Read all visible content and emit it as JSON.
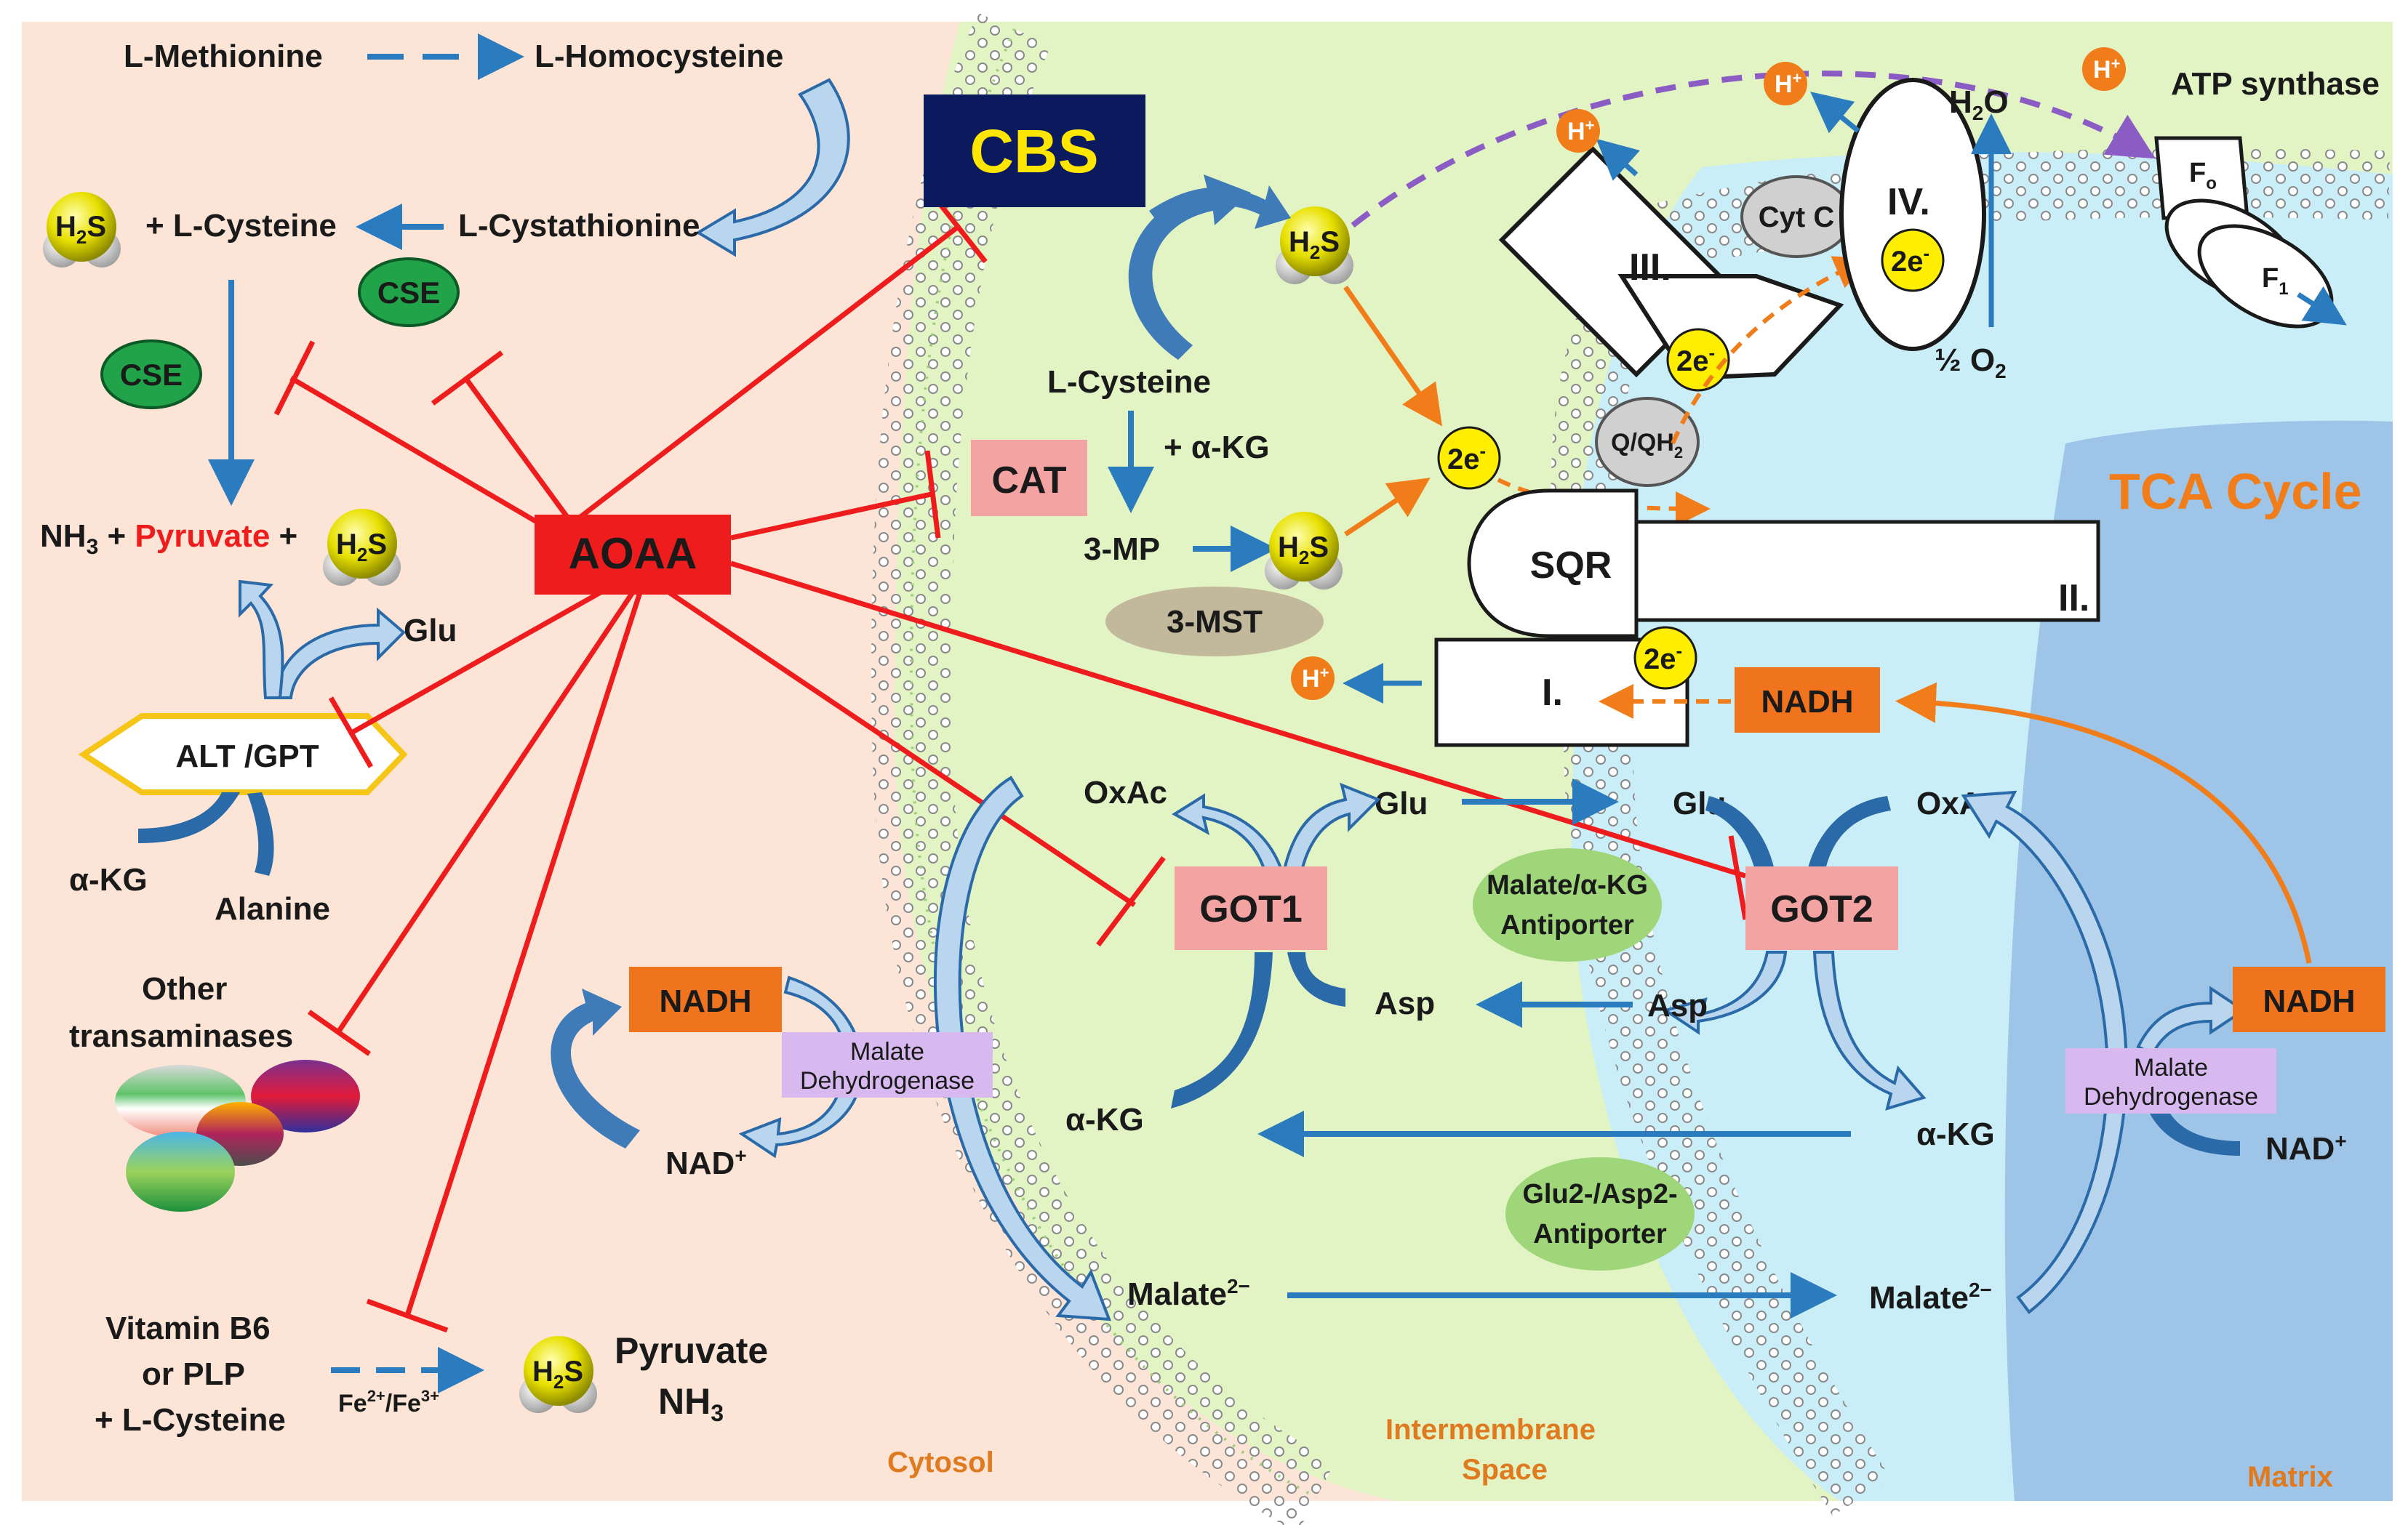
{
  "regions": {
    "cytosol": "Cytosol",
    "intermembrane_1": "Intermembrane",
    "intermembrane_2": "Space",
    "matrix": "Matrix",
    "tca": "TCA Cycle"
  },
  "enzymes": {
    "cbs": "CBS",
    "aoaa": "AOAA",
    "cse": "CSE",
    "cat": "CAT",
    "mst": "3-MST",
    "got1": "GOT1",
    "got2": "GOT2",
    "alt": "ALT /GPT",
    "sqr": "SQR",
    "nadh": "NADH",
    "mdh_1": "Malate",
    "mdh_2": "Dehydrogenase",
    "mal_akg_1": "Malate/α-KG",
    "mal_akg_2": "Antiporter",
    "glu_asp_1": "Glu2-/Asp2-",
    "glu_asp_2": "Antiporter"
  },
  "etc": {
    "complex_1": "I.",
    "complex_2": "II.",
    "complex_3": "III.",
    "complex_4": "IV.",
    "cytc": "Cyt C",
    "q": "Q/QH",
    "q_sub": "2",
    "two_e": "2e",
    "e_sup": "-",
    "h_plus": "H",
    "h_sup": "+",
    "h2o": "H",
    "h2o_sub": "2",
    "h2o_o": "O",
    "half_o2": "½ O",
    "half_o2_sub": "2",
    "atp_synthase": "ATP synthase",
    "fo": "F",
    "fo_sub": "o",
    "f1": "F",
    "f1_sub": "1"
  },
  "h2s": {
    "h": "H",
    "sub": "2",
    "s": "S"
  },
  "labels": {
    "methionine": "L-Methionine",
    "homocysteine": "L-Homocysteine",
    "cystathionine": "L-Cystathionine",
    "plus_cysteine": "+ L-Cysteine",
    "nh3_a": "NH",
    "nh3_sub": "3",
    "plus_1": " + ",
    "pyruvate": "Pyruvate",
    "plus_2": " +",
    "glu": "Glu",
    "akg": "α-KG",
    "alanine": "Alanine",
    "other_1": "Other",
    "other_2": "transaminases",
    "vitb6_1": "Vitamin B6",
    "vitb6_2": "or PLP",
    "vitb6_3": "+ L-Cysteine",
    "fe": "Fe",
    "fe_sup1": "2+",
    "fe_slash": "/Fe",
    "fe_sup2": "3+",
    "pyruvate_2": "Pyruvate",
    "nh3_b": "NH",
    "nh3_b_sub": "3",
    "l_cysteine": "L-Cysteine",
    "plus_akg": "+ α-KG",
    "mp3": "3-MP",
    "oxac": "OxAc",
    "asp": "Asp",
    "nad": "NAD",
    "nad_sup": "+",
    "malate": "Malate",
    "malate_sup": "2−"
  },
  "colors": {
    "cytosol_bg": "#fce4d6",
    "ims_bg": "#e2f3c4",
    "matrix_bg": "#c9eef8",
    "tca_bg": "#8fb6e2",
    "arrow_blue": "#2b7bbf",
    "inhibit_red": "#ee1c1c",
    "orange": "#f07d1a",
    "nadh_orange": "#f0731e",
    "cbs_navy": "#0a1a5c",
    "cbs_text": "#ffe600",
    "cse_green": "#21a34a",
    "pink": "#f4a3a3",
    "lavender": "#d7b9ef",
    "antiporter_green": "#9fd67a",
    "mst_khaki": "#c2b89b",
    "purple_dashed": "#8a5cc4",
    "yellow_e": "#ffee00"
  }
}
